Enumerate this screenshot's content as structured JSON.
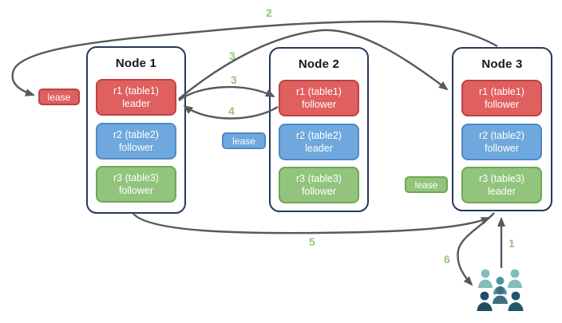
{
  "diagram": {
    "description": "cluster-leaseholder-diagram",
    "nodes": [
      {
        "title": "Node 1",
        "replicas": [
          {
            "name": "r1 (table1)",
            "role": "leader",
            "color": "red"
          },
          {
            "name": "r2 (table2)",
            "role": "follower",
            "color": "blue"
          },
          {
            "name": "r3 (table3)",
            "role": "follower",
            "color": "green"
          }
        ]
      },
      {
        "title": "Node 2",
        "replicas": [
          {
            "name": "r1 (table1)",
            "role": "follower",
            "color": "red"
          },
          {
            "name": "r2 (table2)",
            "role": "leader",
            "color": "blue"
          },
          {
            "name": "r3 (table3)",
            "role": "follower",
            "color": "green"
          }
        ]
      },
      {
        "title": "Node 3",
        "replicas": [
          {
            "name": "r1 (table1)",
            "role": "follower",
            "color": "red"
          },
          {
            "name": "r2 (table2)",
            "role": "follower",
            "color": "blue"
          },
          {
            "name": "r3 (table3)",
            "role": "leader",
            "color": "green"
          }
        ]
      }
    ],
    "leases": [
      {
        "label": "lease",
        "color": "red"
      },
      {
        "label": "lease",
        "color": "blue"
      },
      {
        "label": "lease",
        "color": "green"
      }
    ],
    "steps": {
      "s1": "1",
      "s2": "2",
      "s3a": "3",
      "s3b": "3",
      "s4": "4",
      "s5": "5",
      "s6": "6"
    },
    "colors": {
      "arrow": "#595959",
      "step_label": "#93c47d",
      "node_border": "#26395c",
      "red_fill": "#e05f5f",
      "red_border": "#bb4444",
      "blue_fill": "#6fa8dc",
      "blue_border": "#5189c7",
      "green_fill": "#93c47d",
      "green_border": "#71a754"
    },
    "clients": {
      "icon": "users-group-icon",
      "colors": {
        "back_light": "#7fbfbc",
        "mid_teal": "#4f949c",
        "front_slate": "#3f6e7e",
        "front_dark_left": "#234b62",
        "front_dark_right": "#20566a"
      }
    }
  }
}
